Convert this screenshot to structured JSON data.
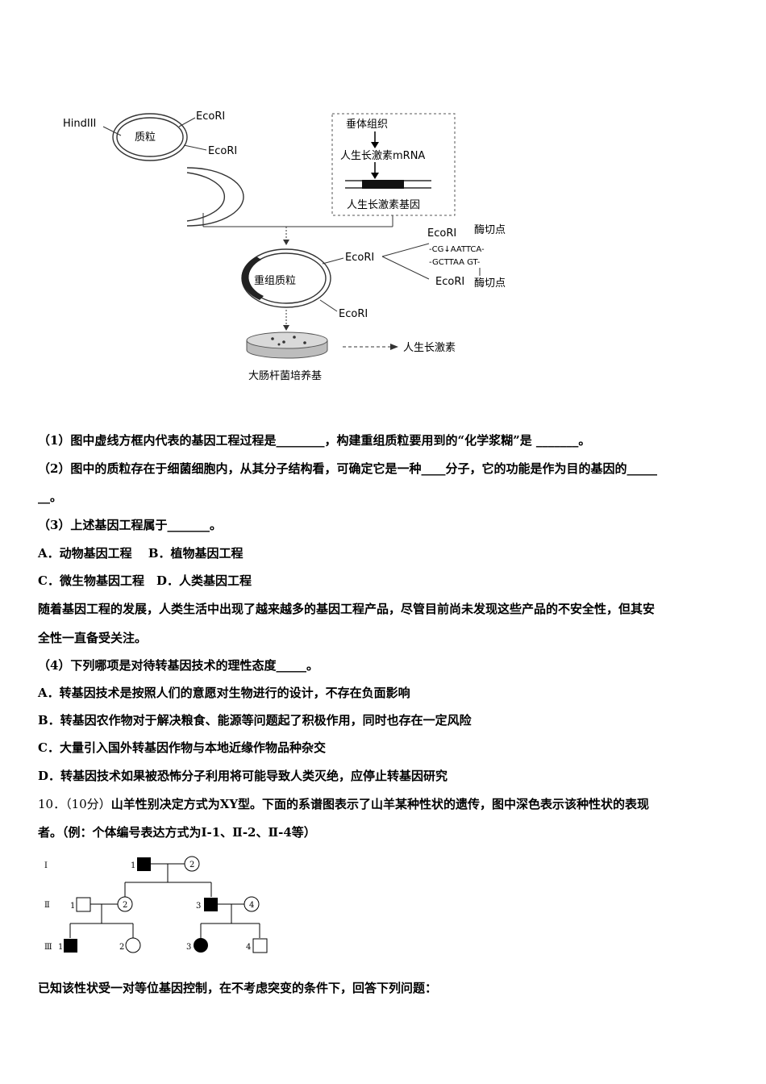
{
  "figure": {
    "labels": {
      "hindiii": "HindIII",
      "plasmid": "质粒",
      "ecori_top": "EcoRI",
      "ecori_mid": "EcoRI",
      "pituitary": "垂体组织",
      "mrna": "人生长激素mRNA",
      "gene": "人生长激素基因",
      "recombinant": "重组质粒",
      "ecori_right": "EcoRI",
      "ecori_bottom": "EcoRI",
      "ecori_site_top": "EcoRI",
      "cut_site_top": "酶切点",
      "seq_top": "-CG↓AATTCA-",
      "seq_bottom": "-GCTTAA GT-",
      "ecori_site_bottom": "EcoRI",
      "cut_site_bottom": "酶切点",
      "product": "人生长激素",
      "culture": "大肠杆菌培养基"
    }
  },
  "questions": {
    "q1": "（1）图中虚线方框内代表的基因工程过程是________，构建重组质粒要用到的“化学浆糊”是 _______。",
    "q2a": "（2）图中的质粒存在于细菌细胞内，从其分子结构看，可确定它是一种____分子，它的功能是作为目的基因的_____",
    "q2b": "__。",
    "q3": "（3）上述基因工程属于_______。",
    "q3_opts1": "A．动物基因工程　  B．植物基因工程",
    "q3_opts2": "C．微生物基因工程　D．人类基因工程",
    "intro_a": "随着基因工程的发展，人类生活中出现了越来越多的基因工程产品，尽管目前尚未发现这些产品的不安全性，但其安",
    "intro_b": "全性一直备受关注。",
    "q4": "（4）下列哪项是对待转基因技术的理性态度_____。",
    "q4_a": "A．转基因技术是按照人们的意愿对生物进行的设计，不存在负面影响",
    "q4_b": "B．转基因农作物对于解决粮食、能源等问题起了积极作用，同时也存在一定风险",
    "q4_c": "C．大量引入国外转基因作物与本地近缘作物品种杂交",
    "q4_d": "D．转基因技术如果被恐怖分子利用将可能导致人类灭绝，应停止转基因研究",
    "q10a_num": "10．（10分）",
    "q10a_text": "山羊性别决定方式为XY型。下面的系谱图表示了山羊某种性状的遗传，图中深色表示该种性状的表现",
    "q10b": "者。（例：个体编号表达方式为Ⅰ-1、Ⅱ-2、Ⅱ-4等）",
    "q10c": "已知该性状受一对等位基因控制，在不考虑突变的条件下，回答下列问题："
  },
  "pedigree": {
    "gen1": "Ⅰ",
    "gen2": "Ⅱ",
    "gen3": "Ⅲ",
    "n1": "1",
    "n2": "2",
    "n3": "3",
    "n4": "4"
  }
}
